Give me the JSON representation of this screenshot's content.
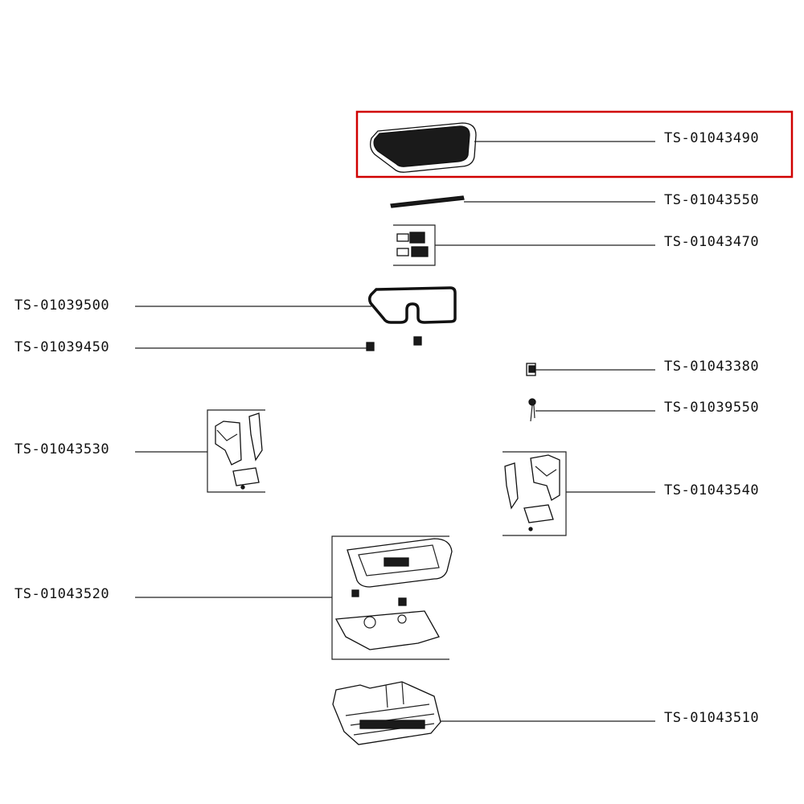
{
  "highlight_color": "#d00000",
  "parts": [
    {
      "id": "grill-plate",
      "label": "TS-01043490",
      "icon": "grill-plate-icon",
      "highlighted": true
    },
    {
      "id": "rod",
      "label": "TS-01043550",
      "icon": "rod-icon"
    },
    {
      "id": "hinges",
      "label": "TS-01043470",
      "icon": "hinge-set-icon"
    },
    {
      "id": "heating-element",
      "label": "TS-01039500",
      "icon": "heating-element-icon"
    },
    {
      "id": "clips",
      "label": "TS-01039450",
      "icon": "clip-icon"
    },
    {
      "id": "connector",
      "label": "TS-01043380",
      "icon": "connector-icon"
    },
    {
      "id": "thermostat",
      "label": "TS-01039550",
      "icon": "thermostat-icon"
    },
    {
      "id": "left-switch-assembly",
      "label": "TS-01043530",
      "icon": "switch-assembly-icon"
    },
    {
      "id": "right-switch-assembly",
      "label": "TS-01043540",
      "icon": "switch-assembly-icon"
    },
    {
      "id": "base-cover-set",
      "label": "TS-01043520",
      "icon": "base-cover-icon"
    },
    {
      "id": "housing",
      "label": "TS-01043510",
      "icon": "housing-icon"
    }
  ]
}
